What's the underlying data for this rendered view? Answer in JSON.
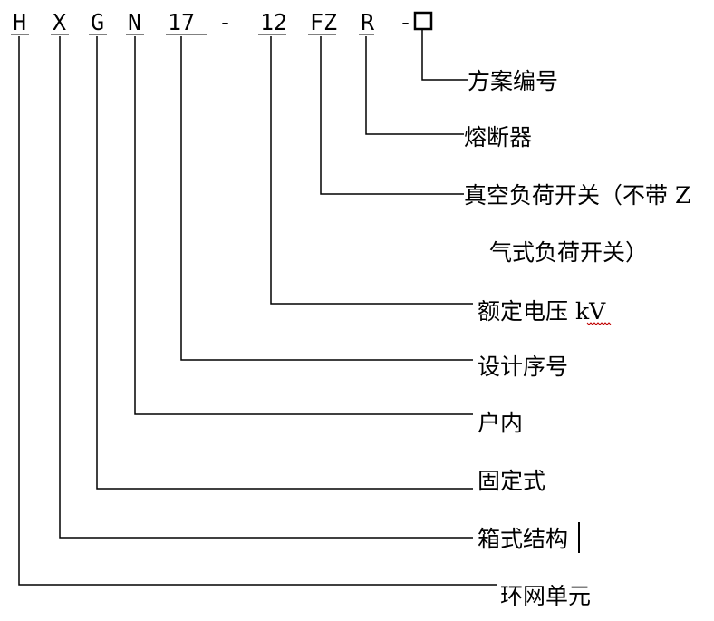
{
  "code": {
    "segments": [
      {
        "id": "h",
        "text": "H"
      },
      {
        "id": "x",
        "text": "X"
      },
      {
        "id": "g",
        "text": "G"
      },
      {
        "id": "n",
        "text": "N"
      },
      {
        "id": "design",
        "text": "17"
      },
      {
        "id": "dash1",
        "text": "-"
      },
      {
        "id": "voltage",
        "text": "12"
      },
      {
        "id": "switch",
        "text": "FZ"
      },
      {
        "id": "fuse",
        "text": "R"
      },
      {
        "id": "dash2",
        "text": "-"
      }
    ]
  },
  "labels": {
    "scheme": "方案编号",
    "fuse": "熔断器",
    "switch_line1": "真空负荷开关（不带 Z",
    "switch_line2": "气式负荷开关）",
    "voltage": "额定电压 kV",
    "design": "设计序号",
    "indoor": "户内",
    "fixed": "固定式",
    "box": "箱式结构",
    "ring": "环网单元"
  }
}
